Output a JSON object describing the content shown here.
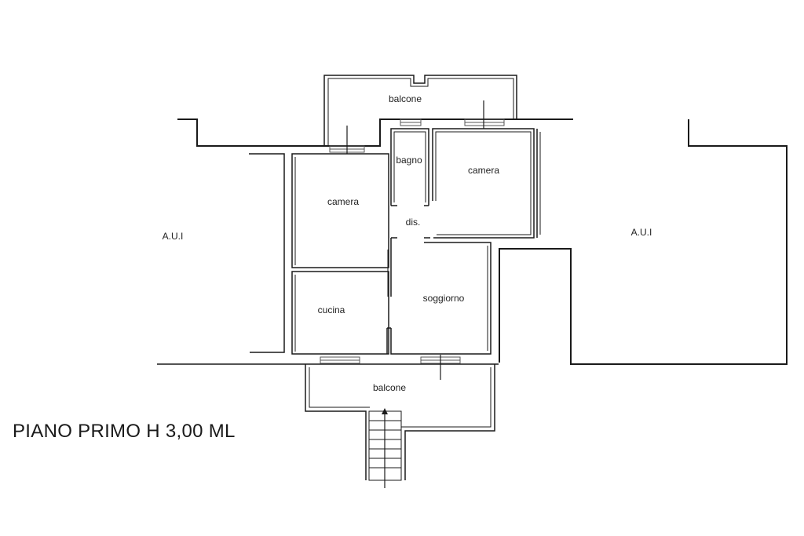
{
  "plan": {
    "title": "PIANO PRIMO H 3,00 ML",
    "rooms": {
      "balcony_top": "balcone",
      "bathroom": "bagno",
      "bedroom_right": "camera",
      "bedroom_left": "camera",
      "hallway": "dis.",
      "living": "soggiorno",
      "kitchen": "cucina",
      "balcony_bottom": "balcone",
      "aui_left": "A.U.I",
      "aui_right": "A.U.I"
    },
    "colors": {
      "wall": "#1a1a1a",
      "window": "#555555",
      "background": "#ffffff"
    }
  }
}
